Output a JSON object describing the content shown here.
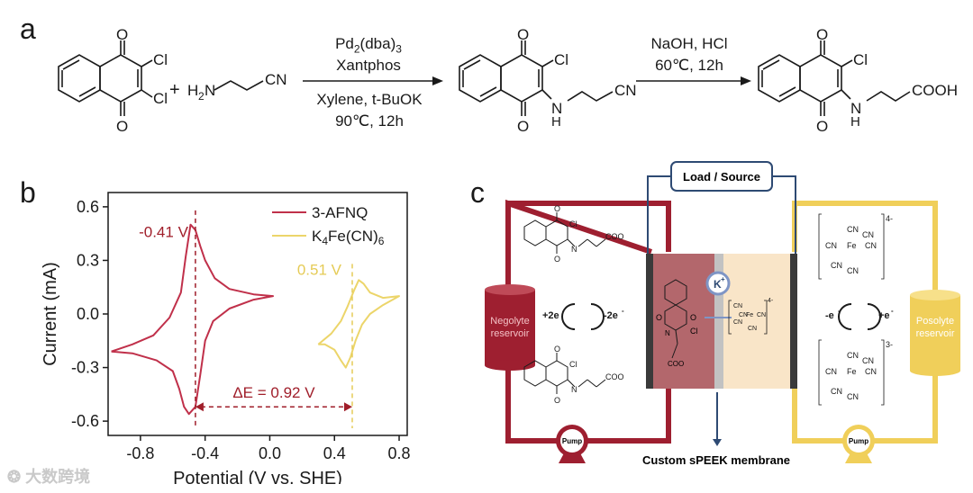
{
  "panels": {
    "a": "a",
    "b": "b",
    "c": "c"
  },
  "scheme": {
    "plus": "+",
    "reactant2": {
      "prefix": "H",
      "sub": "2",
      "n": "N",
      "cn": "CN"
    },
    "step1": {
      "above1": "Pd",
      "above1_sub": "2",
      "above1_mid": "(dba)",
      "above1_sub2": "3",
      "above2": "Xantphos",
      "below1": "Xylene, t-BuOK",
      "below2": "90℃, 12h"
    },
    "step2": {
      "above1": "NaOH, HCl",
      "above2": "60℃, 12h"
    },
    "atoms": {
      "O": "O",
      "Cl": "Cl",
      "N": "N",
      "H": "H",
      "CN": "CN",
      "COOH": "COOH"
    }
  },
  "chart_data": {
    "type": "line",
    "xlabel": "Potential (V vs. SHE)",
    "ylabel": "Current (mA)",
    "xlim": [
      -1.0,
      0.85
    ],
    "ylim": [
      -0.68,
      0.68
    ],
    "xticks": [
      "-0.8",
      "-0.4",
      "0.0",
      "0.4",
      "0.8"
    ],
    "xtick_values": [
      -0.8,
      -0.4,
      0.0,
      0.4,
      0.8
    ],
    "yticks": [
      "0.6",
      "0.3",
      "0.0",
      "-0.3",
      "-0.6"
    ],
    "ytick_values": [
      0.6,
      0.3,
      0.0,
      -0.3,
      -0.6
    ],
    "legend_position": "top-right",
    "series": [
      {
        "name": "3-AFNQ",
        "color": "#c0304a",
        "x": [
          -0.98,
          -0.85,
          -0.72,
          -0.62,
          -0.55,
          -0.52,
          -0.49,
          -0.46,
          -0.43,
          -0.4,
          -0.34,
          -0.25,
          -0.1,
          0.02,
          0.02,
          -0.1,
          -0.25,
          -0.35,
          -0.4,
          -0.43,
          -0.46,
          -0.5,
          -0.53,
          -0.56,
          -0.6,
          -0.7,
          -0.85,
          -0.98
        ],
        "y": [
          -0.21,
          -0.17,
          -0.12,
          -0.02,
          0.12,
          0.32,
          0.5,
          0.47,
          0.38,
          0.3,
          0.2,
          0.14,
          0.11,
          0.1,
          0.1,
          0.08,
          0.03,
          -0.04,
          -0.15,
          -0.34,
          -0.52,
          -0.56,
          -0.52,
          -0.42,
          -0.32,
          -0.26,
          -0.22,
          -0.21
        ]
      },
      {
        "name": "K4Fe(CN)6",
        "color": "#ecd56a",
        "x": [
          0.3,
          0.38,
          0.44,
          0.48,
          0.52,
          0.55,
          0.58,
          0.62,
          0.7,
          0.8,
          0.8,
          0.7,
          0.62,
          0.57,
          0.53,
          0.5,
          0.47,
          0.44,
          0.4,
          0.34,
          0.3
        ],
        "y": [
          -0.17,
          -0.11,
          -0.04,
          0.04,
          0.13,
          0.19,
          0.17,
          0.12,
          0.09,
          0.1,
          0.1,
          0.05,
          0.0,
          -0.06,
          -0.15,
          -0.24,
          -0.3,
          -0.26,
          -0.2,
          -0.17,
          -0.17
        ]
      }
    ],
    "annotations": [
      {
        "text": "-0.41 V",
        "x": -0.46,
        "color": "#a01e2a"
      },
      {
        "text": "0.51 V",
        "x": 0.51,
        "color": "#e5cb56"
      },
      {
        "text": "ΔE = 0.92 V",
        "from": -0.46,
        "to": 0.51,
        "y": -0.52,
        "color": "#a01e2a"
      }
    ]
  },
  "cell": {
    "load_source": "Load / Source",
    "negolyte": [
      "Negolyte",
      "reservoir"
    ],
    "posolyte": [
      "Posolyte",
      "reservoir"
    ],
    "pump": "Pump",
    "neg_redox": {
      "plus": "+2e",
      "minus": "-2e",
      "sup": "-"
    },
    "pos_redox": {
      "minus": "-e",
      "plus": "+e",
      "sup": "-"
    },
    "membrane_label": "Custom sPEEK membrane",
    "cation": "K",
    "cation_sup": "+",
    "charge_4": "4-",
    "charge_3": "3-",
    "ligand": "CN",
    "metal": "Fe",
    "coo": "COO",
    "atoms": {
      "O": "O",
      "Cl": "Cl",
      "N": "N",
      "H": "H"
    }
  },
  "colors": {
    "neg": "#9e1f30",
    "neg_fill": "#b3676c",
    "pos": "#f0cf5a",
    "pos_fill": "#f9e5c8",
    "wire": "#2e4a73"
  },
  "watermark": "大数跨境"
}
